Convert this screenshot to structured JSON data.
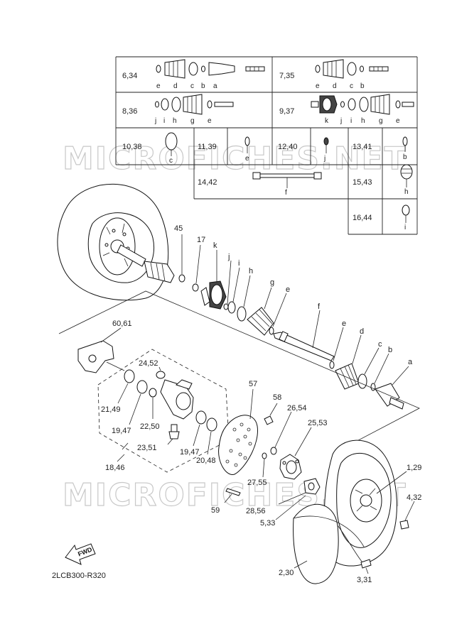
{
  "watermark": "MICROFICHES.NET",
  "diagram_code": "2LCB300-R320",
  "fwd_label": "FWD",
  "table": {
    "cells": {
      "r1a": "6,34",
      "r1b": "7,35",
      "r2a": "8,36",
      "r2b": "9,37",
      "r3a": "10,38",
      "r3b": "11,39",
      "r3c": "12,40",
      "r3d": "13,41",
      "r4a": "14,42",
      "r4b": "15,43",
      "r5a": "16,44"
    },
    "letters": {
      "r1a": [
        "e",
        "d",
        "c",
        "b",
        "a"
      ],
      "r1b": [
        "e",
        "d",
        "c",
        "b"
      ],
      "r2a": [
        "j",
        "i",
        "h",
        "g",
        "e"
      ],
      "r2b": [
        "k",
        "j",
        "i",
        "h",
        "g",
        "e"
      ],
      "r3a": "c",
      "r3b": "e",
      "r3c": "j",
      "r3d": "b",
      "r4a": "f",
      "r4b": "h",
      "r5a": "i"
    }
  },
  "callouts": {
    "c45": "45",
    "c17": "17",
    "ck": "k",
    "cj": "j",
    "ci": "i",
    "ch": "h",
    "cg": "g",
    "ce1": "e",
    "cf": "f",
    "ce2": "e",
    "cd": "d",
    "cc": "c",
    "cb": "b",
    "ca": "a",
    "c6061": "60,61",
    "c2452": "24,52",
    "c2149": "21,49",
    "c1947a": "19,47",
    "c2250": "22,50",
    "c2351": "23,51",
    "c1947b": "19,47",
    "c2048": "20,48",
    "c1846": "18,46",
    "c57": "57",
    "c58": "58",
    "c2654": "26,54",
    "c2553": "25,53",
    "c2755": "27,55",
    "c59": "59",
    "c2856": "28,56",
    "c533": "5,33",
    "c129": "1,29",
    "c432": "4,32",
    "c230": "2,30",
    "c331": "3,31"
  }
}
